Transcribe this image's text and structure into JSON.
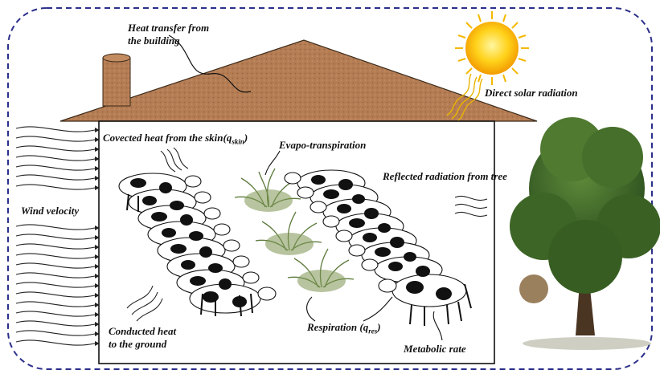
{
  "labels": {
    "heat_transfer_line1": "Heat transfer from",
    "heat_transfer_line2": "the building",
    "direct_solar": "Direct solar radiation",
    "convected_prefix": "Covected heat from the skin(q",
    "convected_sub": "skin",
    "convected_suffix": ")",
    "evapo": "Evapo-transpiration",
    "reflected": "Reflected radiation from tree",
    "wind": "Wind velocity",
    "conducted_line1": "Conducted heat",
    "conducted_line2": "to the ground",
    "respiration_prefix": "Respiration (q",
    "respiration_sub": "res",
    "respiration_suffix": ")",
    "metabolic": "Metabolic rate"
  },
  "colors": {
    "border": "#2b2f8a",
    "roof": "#b07a52",
    "sun": "#f7c400",
    "tree": "#3f6a2a",
    "grass": "#6f8a4a",
    "cow": "#1a1a1a"
  }
}
